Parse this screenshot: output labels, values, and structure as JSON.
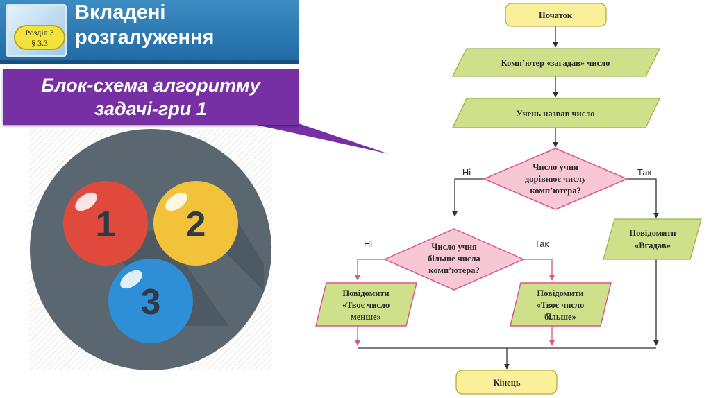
{
  "header": {
    "section": "Розділ 3",
    "paragraph": "§ 3.3",
    "title_line1": "Вкладені",
    "title_line2": "розгалуження"
  },
  "subtitle": {
    "line1": "Блок-схема алгоритму",
    "line2": "задачі-гри 1"
  },
  "illustration": {
    "balls": [
      {
        "label": "1",
        "color": "#e04a3c"
      },
      {
        "label": "2",
        "color": "#f2c23a"
      },
      {
        "label": "3",
        "color": "#2e8fd6"
      }
    ],
    "disc_color": "#5a6771"
  },
  "flowchart": {
    "start": "Початок",
    "input_computer": "Комп’ютер «загадав» число",
    "input_student": "Учень назвав число",
    "decision1": [
      "Число учня",
      "дорівнює числу",
      "комп’ютера?"
    ],
    "decision1_no": "Ні",
    "decision1_yes": "Так",
    "decision2": [
      "Число учня",
      "більше числа",
      "комп’ютера?"
    ],
    "decision2_no": "Ні",
    "decision2_yes": "Так",
    "output_guessed": [
      "Повідомити",
      "«Вгадав»"
    ],
    "output_less": [
      "Повідомити",
      "«Твоє число",
      "менше»"
    ],
    "output_more": [
      "Повідомити",
      "«Твоє число",
      "більше»"
    ],
    "end": "Кінець",
    "colors": {
      "terminal_fill": "#fbf09a",
      "io_fill": "#cfe08a",
      "io_stroke": "#9ab14e",
      "decision_fill": "#f7c8d4",
      "decision_stroke": "#d9558a",
      "branch_line": "#d9558a",
      "line": "#333333"
    }
  }
}
